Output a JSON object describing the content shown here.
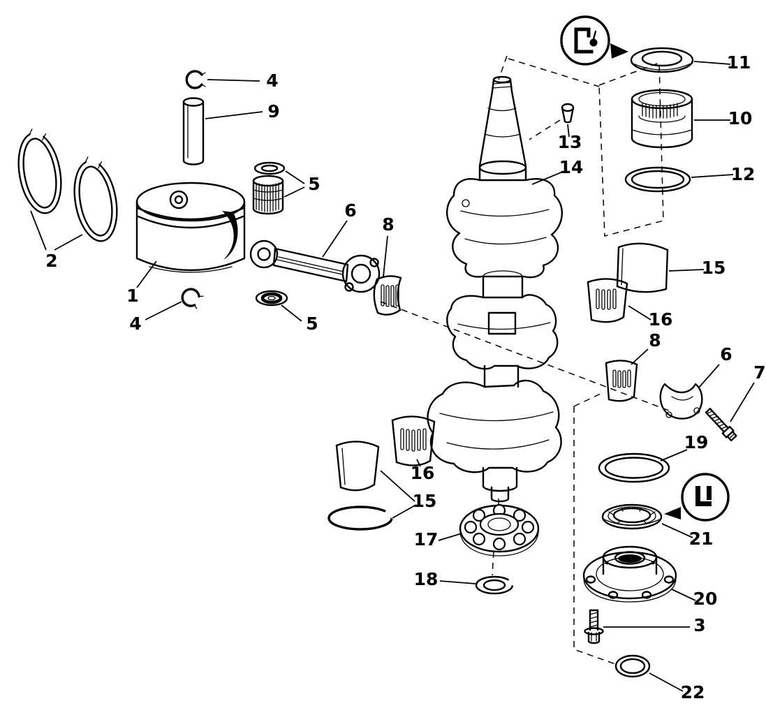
{
  "diagram": {
    "colors": {
      "ink": "#000000",
      "paper": "#ffffff"
    },
    "callouts": [
      {
        "part": "2"
      },
      {
        "part": "4"
      },
      {
        "part": "9"
      },
      {
        "part": "1"
      },
      {
        "part": "4"
      },
      {
        "part": "5"
      },
      {
        "part": "5"
      },
      {
        "part": "6"
      },
      {
        "part": "8"
      },
      {
        "part": "13"
      },
      {
        "part": "14"
      },
      {
        "part": "11"
      },
      {
        "part": "10"
      },
      {
        "part": "12"
      },
      {
        "part": "15"
      },
      {
        "part": "16"
      },
      {
        "part": "8"
      },
      {
        "part": "6"
      },
      {
        "part": "7"
      },
      {
        "part": "19"
      },
      {
        "part": "21"
      },
      {
        "part": "16"
      },
      {
        "part": "15"
      },
      {
        "part": "17"
      },
      {
        "part": "18"
      },
      {
        "part": "20"
      },
      {
        "part": "3"
      },
      {
        "part": "22"
      }
    ]
  }
}
